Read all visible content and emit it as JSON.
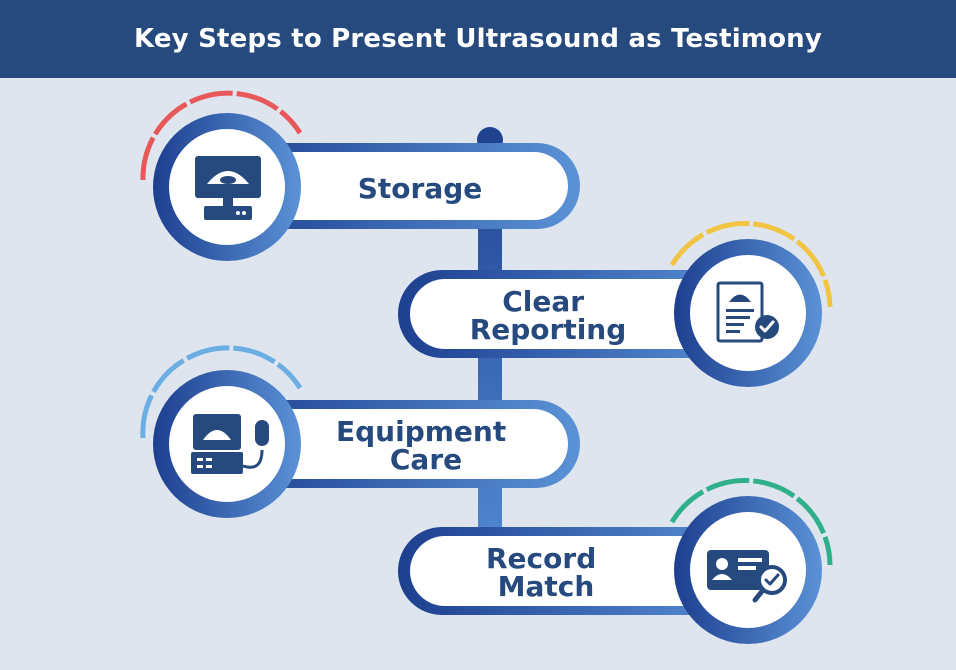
{
  "title": "Key Steps to Present Ultrasound as Testimony",
  "colors": {
    "header_bg": "#264a7e",
    "background": "#dfe5ef",
    "text": "#264a7e",
    "steps": [
      "#e8585a",
      "#f2c443",
      "#6aaee3",
      "#2fb08a"
    ]
  },
  "steps": [
    {
      "label_lines": [
        "Storage"
      ],
      "icon": "ultrasound-monitor-icon"
    },
    {
      "label_lines": [
        "Clear",
        "Reporting"
      ],
      "icon": "report-check-icon"
    },
    {
      "label_lines": [
        "Equipment",
        "Care"
      ],
      "icon": "ultrasound-machine-icon"
    },
    {
      "label_lines": [
        "Record",
        "Match"
      ],
      "icon": "id-card-search-icon"
    }
  ]
}
